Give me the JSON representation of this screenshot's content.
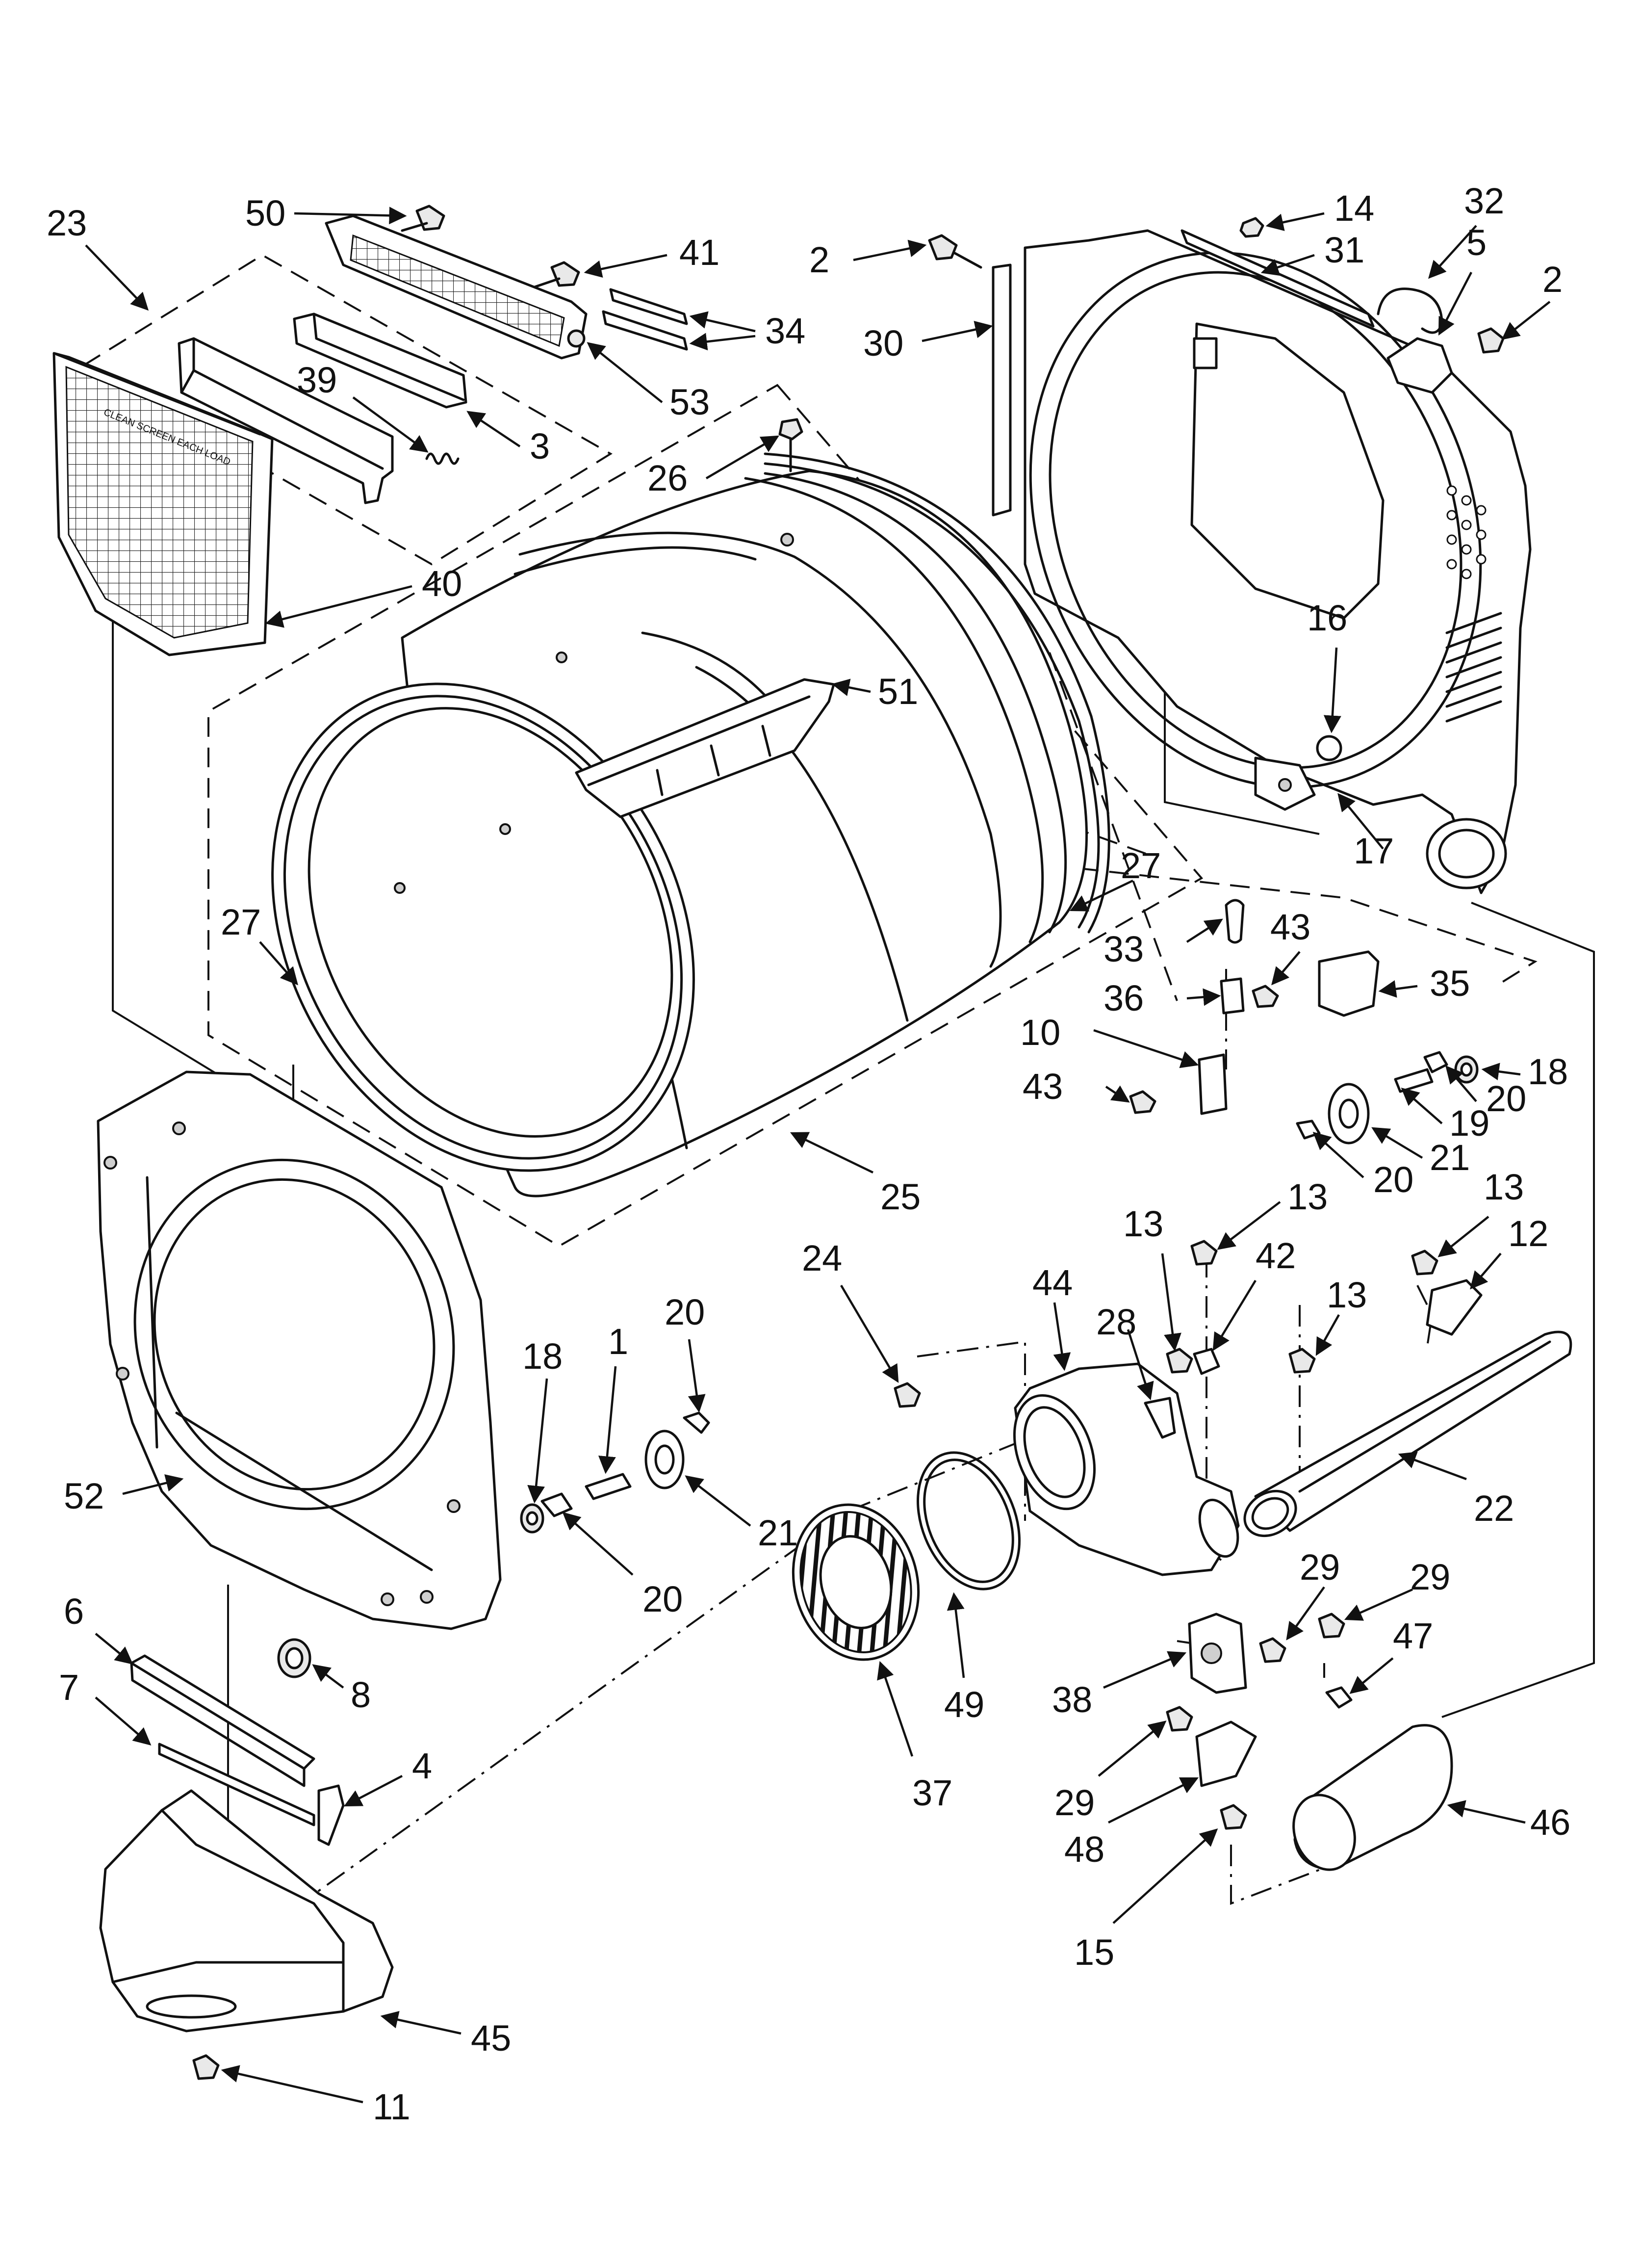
{
  "diagram": {
    "callouts": [
      "1",
      "2",
      "3",
      "4",
      "5",
      "6",
      "7",
      "8",
      "10",
      "11",
      "12",
      "13",
      "14",
      "15",
      "16",
      "17",
      "18",
      "19",
      "20",
      "21",
      "22",
      "23",
      "24",
      "25",
      "26",
      "27",
      "28",
      "29",
      "30",
      "31",
      "32",
      "33",
      "34",
      "35",
      "36",
      "37",
      "38",
      "39",
      "40",
      "41",
      "42",
      "43",
      "44",
      "45",
      "46",
      "47",
      "48",
      "49",
      "50",
      "51",
      "52",
      "53"
    ],
    "filter_text": "CLEAN SCREEN EACH LOAD"
  }
}
